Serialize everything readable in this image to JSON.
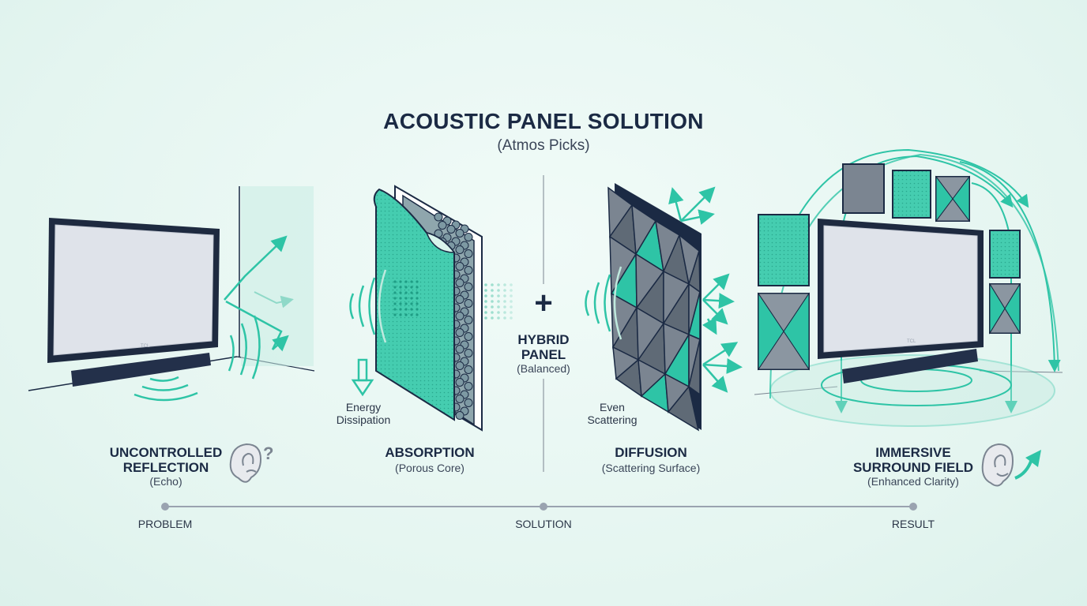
{
  "title": "ACOUSTIC PANEL SOLUTION",
  "subtitle": "(Atmos Picks)",
  "problem": {
    "title_line1": "UNCONTROLLED",
    "title_line2": "REFLECTION",
    "subtitle": "(Echo)"
  },
  "absorption": {
    "title": "ABSORPTION",
    "subtitle": "(Porous Core)",
    "note_line1": "Energy",
    "note_line2": "Dissipation"
  },
  "hybrid": {
    "symbol": "+",
    "title_line1": "HYBRID",
    "title_line2": "PANEL",
    "subtitle": "(Balanced)"
  },
  "diffusion": {
    "title": "DIFFUSION",
    "subtitle": "(Scattering Surface)",
    "note_line1": "Even",
    "note_line2": "Scattering"
  },
  "result": {
    "title_line1": "IMMERSIVE",
    "title_line2": "SURROUND FIELD",
    "subtitle": "(Enhanced Clarity)"
  },
  "tv_brand": "TCL",
  "timeline": {
    "start": "PROBLEM",
    "middle": "SOLUTION",
    "end": "RESULT"
  },
  "colors": {
    "teal": "#2ec4a6",
    "navy": "#1b2a44",
    "gray": "#7b8591",
    "background": "#e6f6f1"
  }
}
